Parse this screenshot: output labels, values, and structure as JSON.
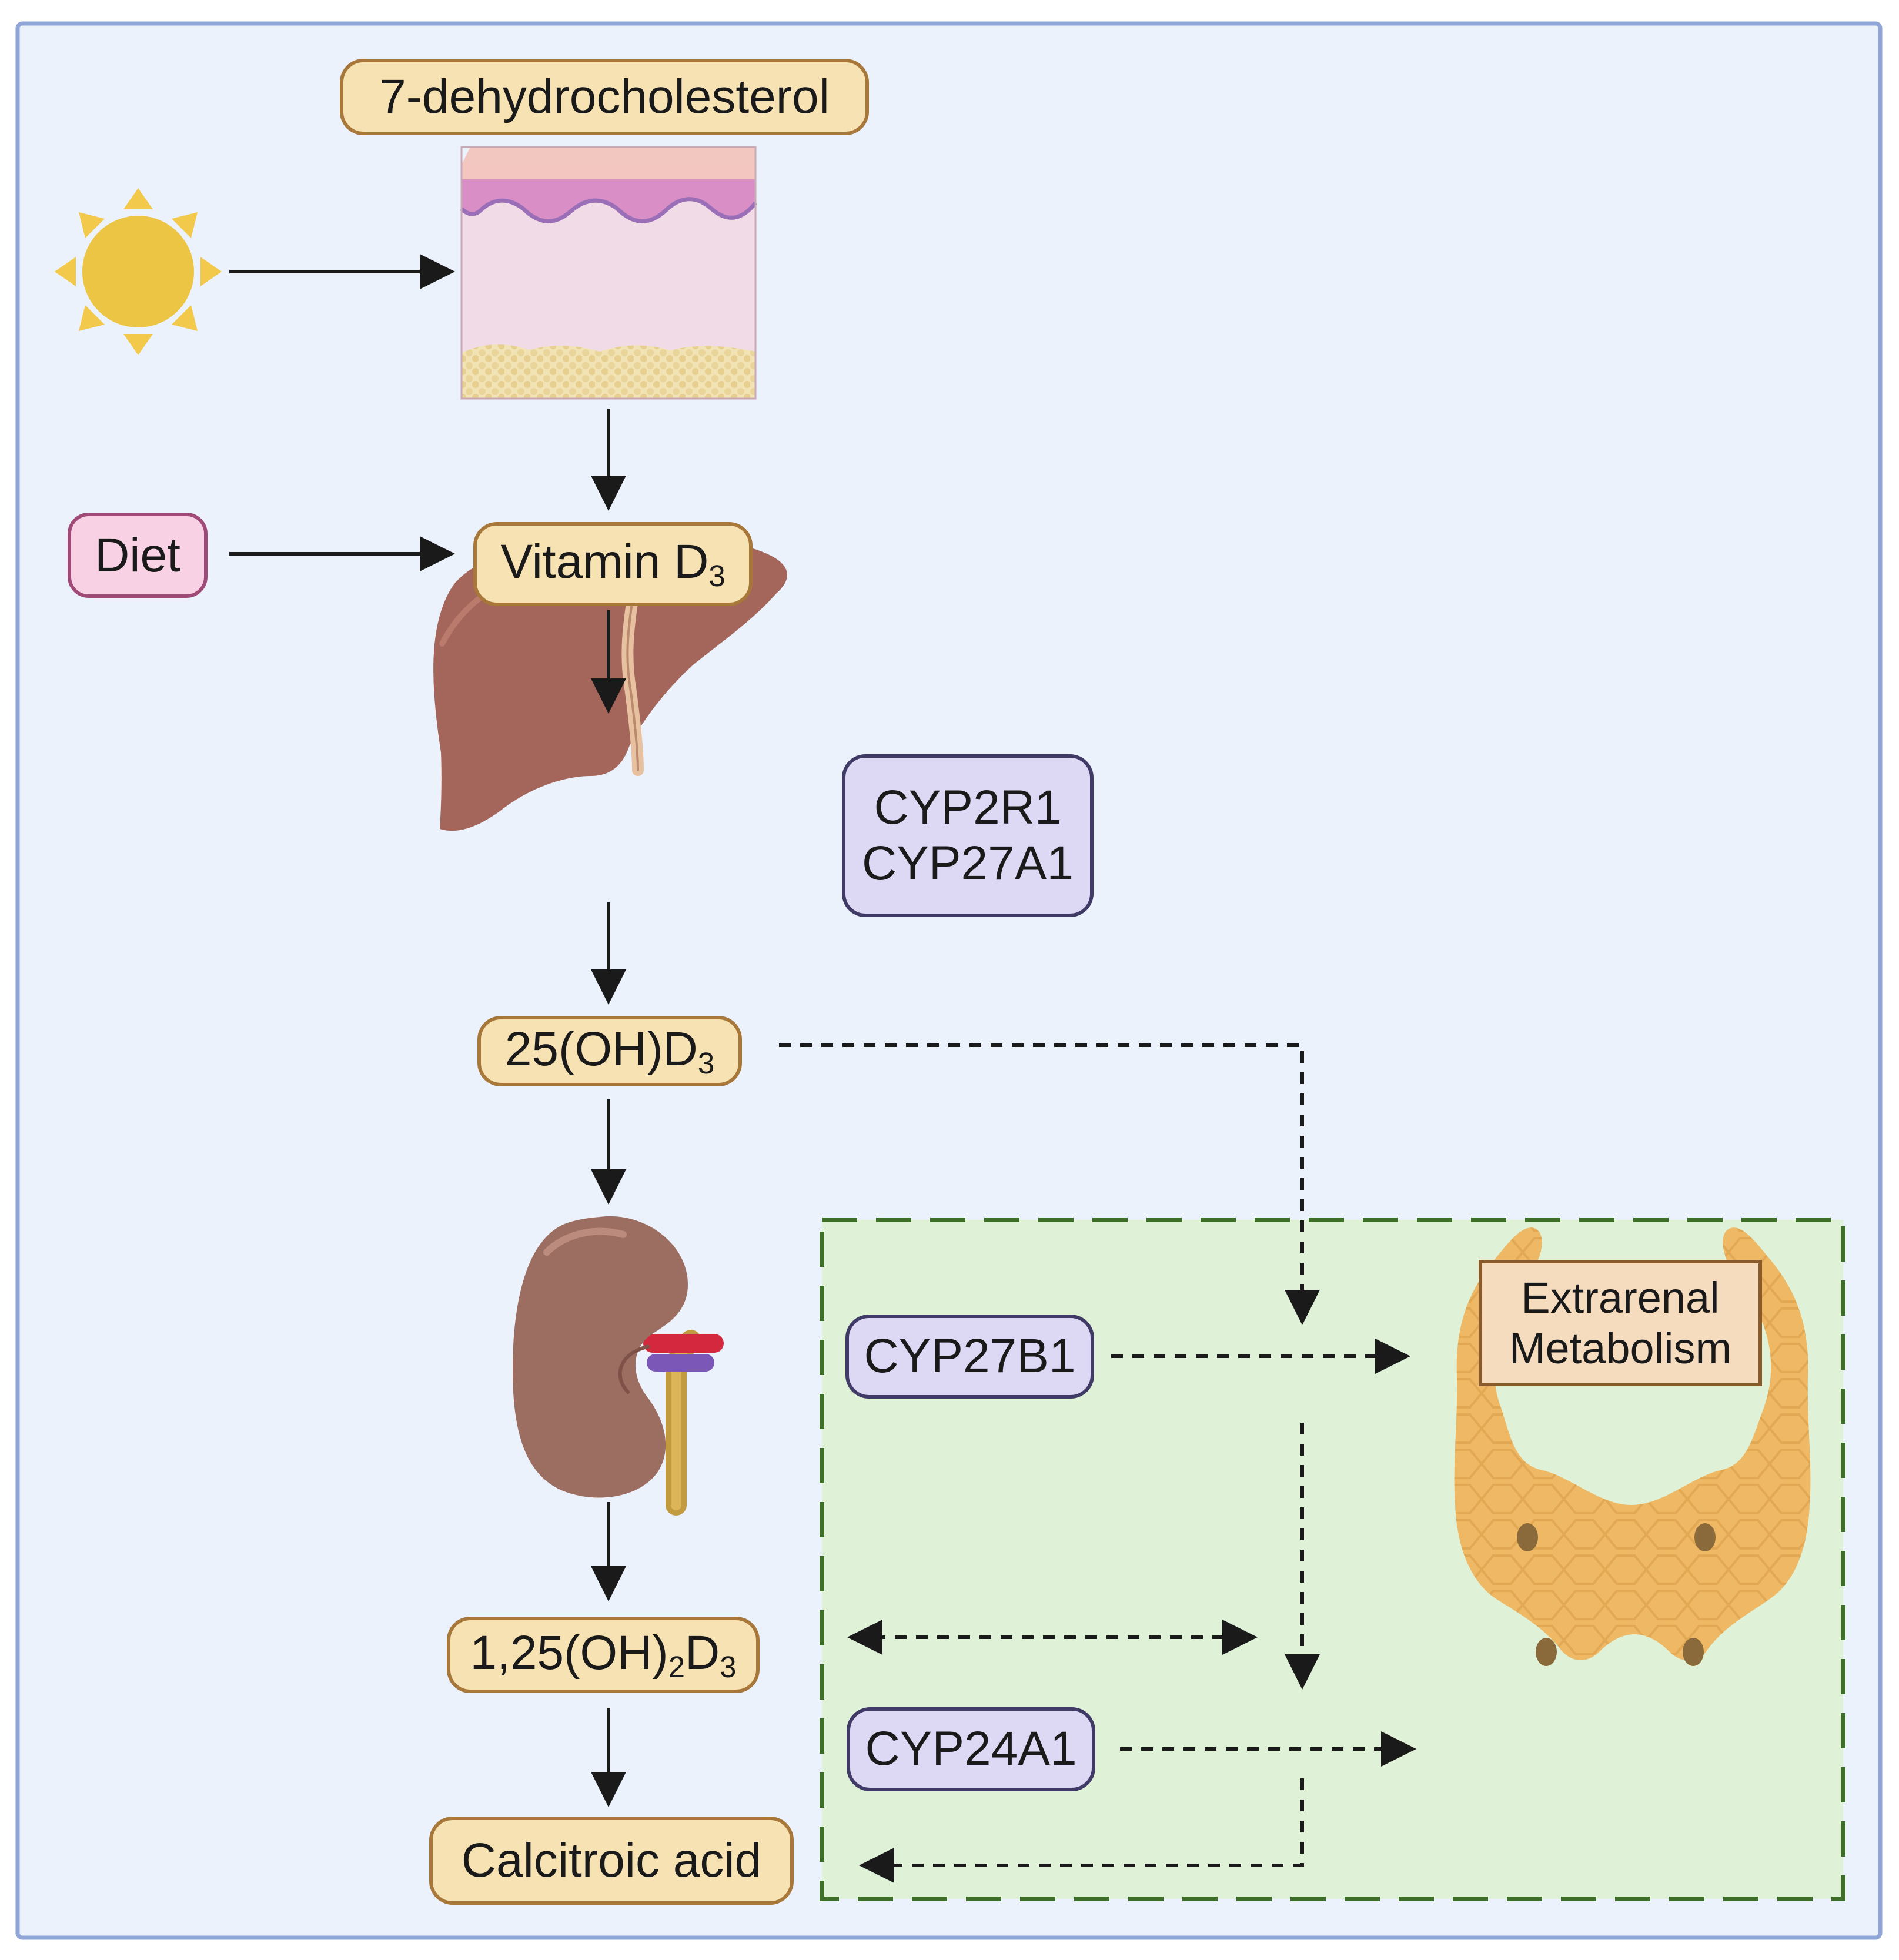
{
  "labels": {
    "dehydro": "7-dehydrocholesterol",
    "diet": "Diet",
    "vitd3_main": "Vitamin D",
    "vitd3_sub": "3",
    "ohd3_main": "25(OH)D",
    "ohd3_sub": "3",
    "calcitriol_a": "1,25(OH)",
    "calcitriol_sub1": "2",
    "calcitriol_b": "D",
    "calcitriol_sub2": "3",
    "calcitroic": "Calcitroic acid",
    "cyp2r1": "CYP2R1",
    "cyp27a1": "CYP27A1",
    "cyp27b1": "CYP27B1",
    "cyp24a1": "CYP24A1",
    "extrarenal_line1": "Extrarenal",
    "extrarenal_line2": "Metabolism"
  },
  "icons": [
    "sun-icon",
    "skin-cross-section-icon",
    "liver-icon",
    "kidney-icon",
    "thyroid-gland-icon"
  ],
  "colors": {
    "background": "#ecf2fb",
    "frame": "#8fa6d6",
    "extrarenal_region": "#dff2d8",
    "extrarenal_border": "#3f6e2b",
    "sun": "#ecc545",
    "liver": "#a4665a",
    "kidney": "#9c6e62",
    "thyroid": "#eeb865"
  }
}
